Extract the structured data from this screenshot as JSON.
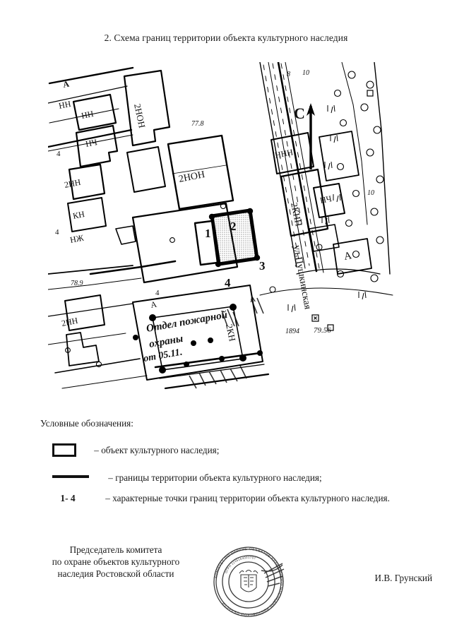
{
  "document": {
    "title": "2. Схема границ территории объекта культурного наследия"
  },
  "map": {
    "compass_label": "С",
    "street_label": "ул.Пушкинская",
    "boundary_points": [
      "1",
      "2",
      "3",
      "4"
    ],
    "elevations": [
      "77.8",
      "78.9",
      "79.56"
    ],
    "year_mark": "1894",
    "edge_numbers": [
      "8",
      "10",
      "10",
      "4",
      "4",
      "4"
    ],
    "building_labels": [
      "А",
      "НН",
      "НЧ",
      "2НН",
      "КН",
      "НЖ",
      "2НН",
      "2НОН",
      "2НОН",
      "ННН",
      "2КНН",
      "НЧ",
      "А",
      "А",
      "А",
      "2НН"
    ],
    "handwriting": [
      "Отдел пожарной",
      "охраны",
      "от 05.11."
    ]
  },
  "legend": {
    "heading": "Условные обозначения:",
    "items": [
      {
        "symbol": "filled-rect-symbol",
        "text": "– объект культурного наследия;"
      },
      {
        "symbol": "thick-line-symbol",
        "text": "– границы территории объекта культурного наследия;"
      },
      {
        "symbol": "1- 4",
        "text": "– характерные точки границ территории объекта культурного наследия."
      }
    ]
  },
  "signature": {
    "role_line_1": "Председатель комитета",
    "role_line_2": "по охране объектов культурного",
    "role_line_3": "наследия Ростовской области",
    "name": "И.В. Грунский",
    "stamp_outer_text": "КОМИТЕТ ПО ОХРАНЕ ОБЪЕКТОВ КУЛЬТУРНОГО НАСЛЕДИЯ РОСТОВСКОЙ ОБЛАСТИ",
    "stamp_inner_text": "ОГРН 1146164001707"
  },
  "colors": {
    "ink": "#1a1a1a",
    "map_line": "#000000",
    "stamp": "#3a3a3a"
  }
}
